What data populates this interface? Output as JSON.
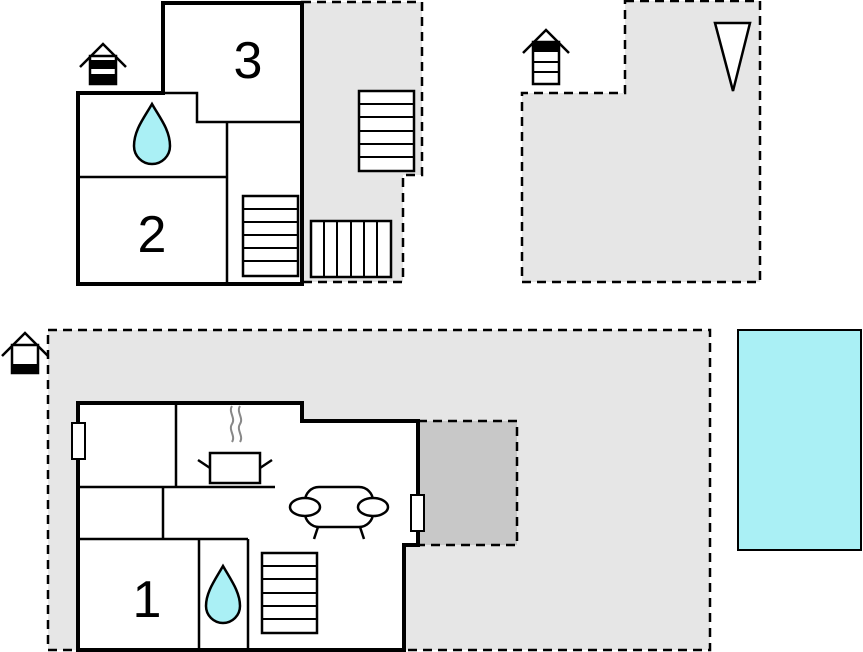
{
  "rooms": [
    {
      "label": "1"
    },
    {
      "label": "2"
    },
    {
      "label": "3"
    }
  ],
  "icons": {
    "floor_marker": "floor-indicator-icon",
    "bathroom": "water-drop-icon",
    "stairs": "stairs-icon",
    "kitchen": "cooking-pot-icon",
    "living": "sofa-icon",
    "window": "window-icon",
    "orientation": "triangle-marker-icon",
    "pool": "pool-icon"
  },
  "colors": {
    "wall": "#000000",
    "terrace": "#e6e6e6",
    "covered_terrace": "#c8c8c8",
    "water": "#aaf0f5",
    "pool": "#aaf0f5",
    "room_fill": "#ffffff"
  }
}
